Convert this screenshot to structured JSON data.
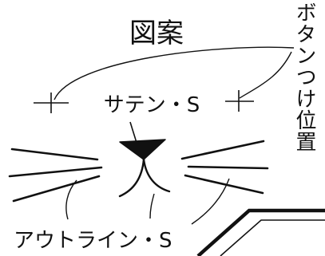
{
  "labels": {
    "title": "図案",
    "button_position": "ボタンつけ位置",
    "satin_stitch": "サテン・S",
    "outline_stitch": "アウトライン・S"
  },
  "colors": {
    "ink": "#111111",
    "background": "#ffffff"
  }
}
